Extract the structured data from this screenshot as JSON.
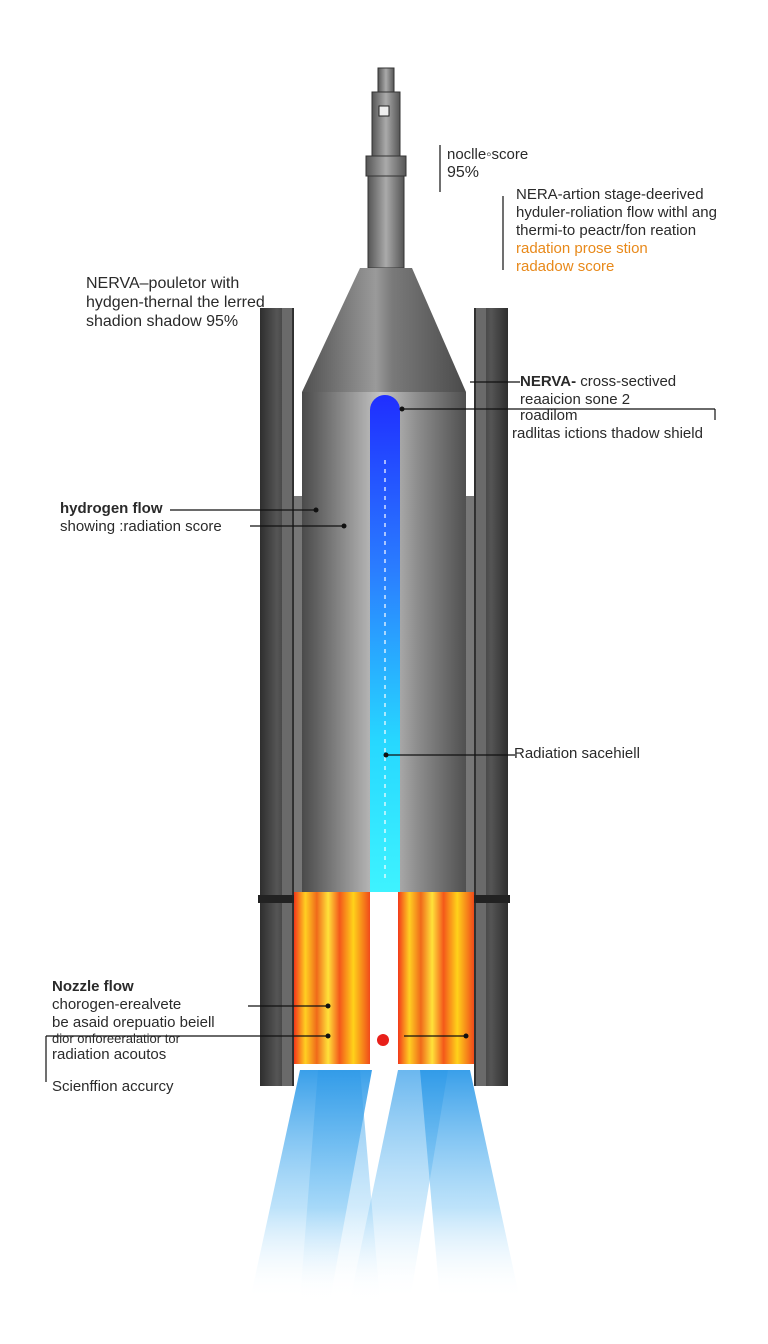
{
  "labels": {
    "top_right": {
      "lines": [
        "noclle◦score",
        "95%"
      ]
    },
    "nerva_stage": {
      "lines": [
        "NERA-artion stage-deerived",
        "hyduler-roliation flow withl ang",
        "thermi-to peactr/fon reation"
      ],
      "orange_lines": [
        "radation prose stion",
        "radadow score"
      ]
    },
    "left_top": {
      "lines": [
        "NERVA–pouletor with",
        "hydgen-thernal the lerred",
        "shadion shadow 95%"
      ]
    },
    "cross_section": {
      "bold": "NERVA-",
      "rest": " cross-sectived",
      "lines": [
        "reaaicion sone  2",
        "roadilom",
        "radlitas ictions thadow shield"
      ]
    },
    "hydrogen_flow": {
      "title": "hydrogen flow",
      "sub": "showing :radiation score"
    },
    "radiation_shield": {
      "text": "Radiation sacehiell"
    },
    "nozzle_flow": {
      "title": "Nozzle flow",
      "lines": [
        "chorogen-erealvete",
        "be asaid orepuatio beiell",
        "dior onforeeralatior tor",
        "radiation acoutos"
      ]
    },
    "scientific": {
      "text": "Scienffion accurcy"
    }
  },
  "colors": {
    "metal_dark": "#4d4d4d",
    "metal_light": "#b8b8b8",
    "shield": "#3a3a3a",
    "core_blue": "#1f3cff",
    "core_cyan": "#28e6ff",
    "fire_red": "#f0401a",
    "fire_yellow": "#ffd21a",
    "exhaust": "#3aa8f0",
    "accent_orange": "#e8891a"
  }
}
